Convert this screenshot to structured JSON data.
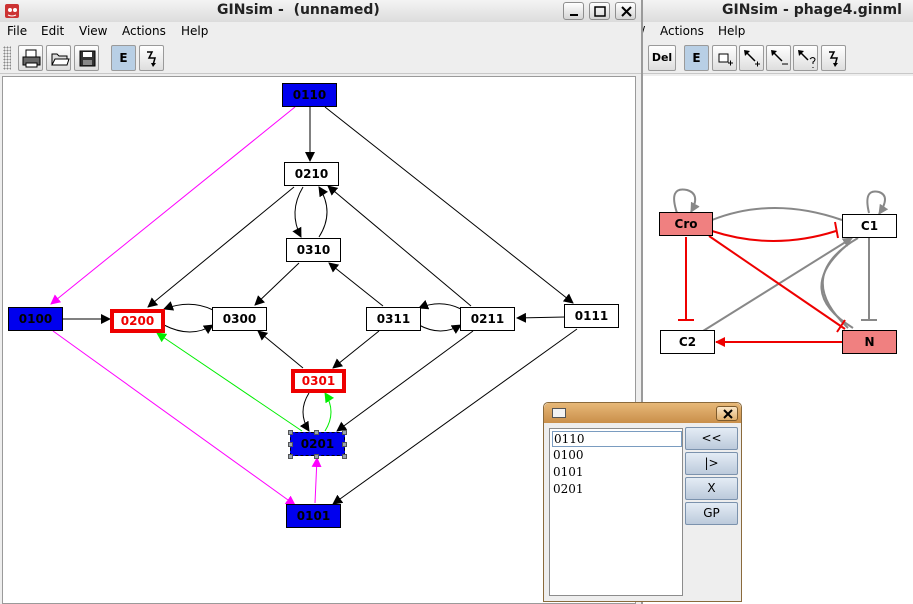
{
  "left_window": {
    "title": "GINsim -  (unnamed)",
    "menu": [
      "File",
      "Edit",
      "View",
      "Actions",
      "Help"
    ],
    "toolbar": {
      "buttons": [
        {
          "name": "print-icon"
        },
        {
          "name": "open-icon"
        },
        {
          "name": "save-icon"
        },
        {
          "name": "edit-mode-button",
          "label": "E",
          "active": true
        },
        {
          "name": "edge-tool-icon"
        }
      ]
    },
    "graph": {
      "nodes": {
        "n0110": "0110",
        "n0210": "0210",
        "n0310": "0310",
        "n0100": "0100",
        "n0200": "0200",
        "n0300": "0300",
        "n0311": "0311",
        "n0211": "0211",
        "n0111": "0111",
        "n0301": "0301",
        "n0201": "0201",
        "n0101": "0101"
      },
      "colors": {
        "stable_blue": "#0000ee",
        "highlight_red": "#ee0000",
        "magenta_edge": "#ff00ff",
        "green_edge": "#00ee00"
      }
    }
  },
  "right_window": {
    "title": "GINsim - phage4.ginml",
    "menu": [
      "Actions",
      "Help"
    ],
    "menu_partial": "/",
    "toolbar": {
      "del_label": "Del",
      "e_label": "E"
    },
    "graph": {
      "nodes": {
        "cro": "Cro",
        "c1": "C1",
        "c2": "C2",
        "n": "N"
      },
      "colors": {
        "node_pink": "#f08080",
        "inhibit_red": "#ee0000",
        "activate_gray": "#888888"
      }
    }
  },
  "path_dialog": {
    "items": [
      "0110",
      "0100",
      "0101",
      "0201"
    ],
    "selected_index": 0,
    "buttons": [
      "<<",
      "|>",
      "X",
      "GP"
    ]
  }
}
